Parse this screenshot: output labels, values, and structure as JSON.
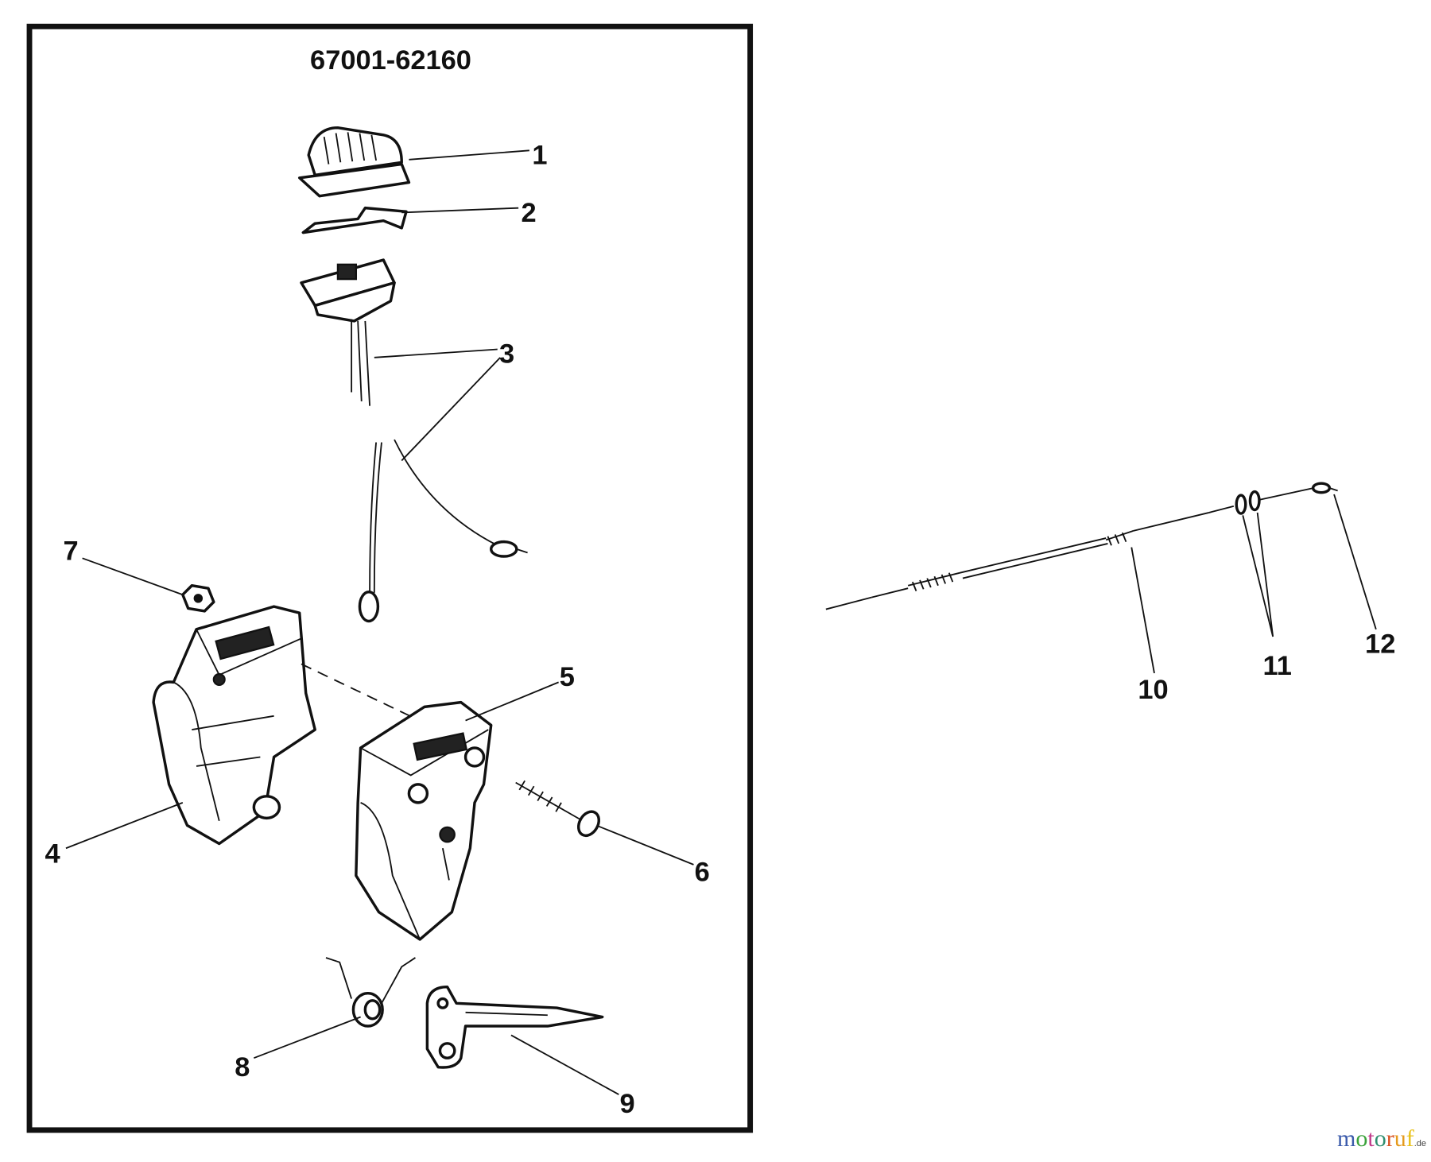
{
  "diagram": {
    "part_number": "67001-62160",
    "callouts": [
      "1",
      "2",
      "3",
      "4",
      "5",
      "6",
      "7",
      "8",
      "9",
      "10",
      "11",
      "12"
    ]
  },
  "watermark": {
    "text": "motoruf",
    "suffix": ".de",
    "colors": [
      "#3b5bab",
      "#3aa23a",
      "#c03a8a",
      "#2f8f6f",
      "#d9501f",
      "#e59a1c",
      "#e8c21c"
    ]
  }
}
